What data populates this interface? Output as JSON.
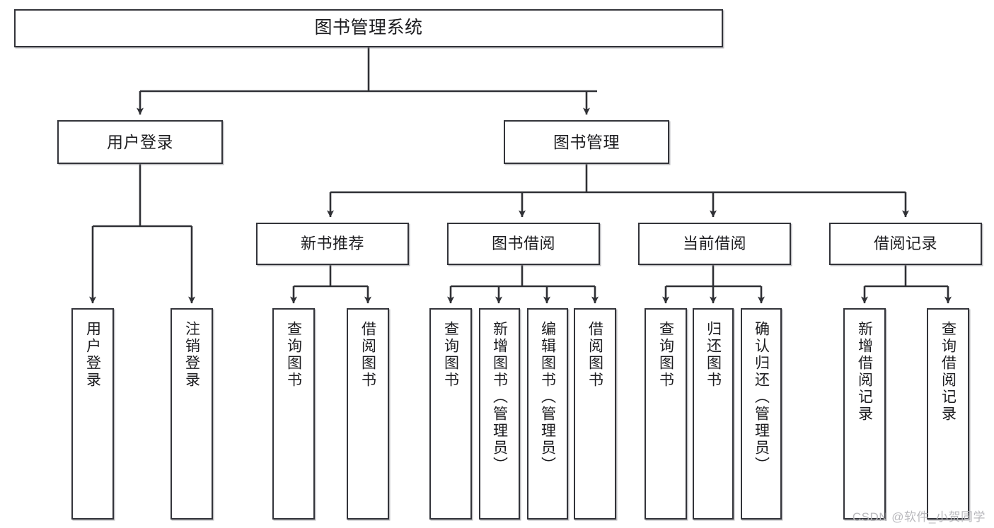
{
  "diagram": {
    "title": "图书管理系统",
    "watermark": "CSDN @软件_小贺同学",
    "nodes": {
      "root": {
        "label": "图书管理系统"
      },
      "user_login": {
        "label": "用户登录"
      },
      "book_manage": {
        "label": "图书管理"
      },
      "new_book_rec": {
        "label": "新书推荐"
      },
      "book_borrow": {
        "label": "图书借阅"
      },
      "current_borrow": {
        "label": "当前借阅"
      },
      "borrow_record": {
        "label": "借阅记录"
      },
      "leaf_user_login": {
        "label": "用户登录"
      },
      "leaf_logout": {
        "label": "注销登录"
      },
      "leaf_query_book_1": {
        "label": "查询图书"
      },
      "leaf_borrow_book_1": {
        "label": "借阅图书"
      },
      "leaf_query_book_2": {
        "label": "查询图书"
      },
      "leaf_add_book": {
        "label": "新增图书（管理员）"
      },
      "leaf_edit_book": {
        "label": "编辑图书（管理员）"
      },
      "leaf_borrow_book_2": {
        "label": "借阅图书"
      },
      "leaf_query_book_3": {
        "label": "查询图书"
      },
      "leaf_return_book": {
        "label": "归还图书"
      },
      "leaf_confirm_return": {
        "label": "确认归还（管理员）"
      },
      "leaf_add_record": {
        "label": "新增借阅记录"
      },
      "leaf_query_record": {
        "label": "查询借阅记录"
      }
    },
    "colors": {
      "node_border": "#33343a",
      "node_fill": "#ffffff",
      "edge": "#2f3035",
      "text": "#1d1d20",
      "watermark": "#b9b9bd"
    }
  }
}
